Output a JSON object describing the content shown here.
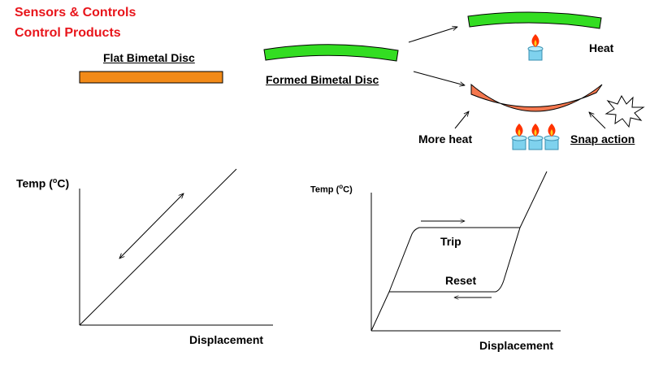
{
  "header": {
    "line1": "Sensors & Controls",
    "line2": "Control Products",
    "color": "#e8151b"
  },
  "discs": {
    "flat_label": "Flat Bimetal Disc",
    "formed_label": "Formed Bimetal Disc",
    "heat_label": "Heat",
    "more_heat_label": "More heat",
    "snap_label": "Snap action",
    "flat_color": "#f28a18",
    "formed_color": "#33dd22",
    "snapped_color": "#f4774e",
    "flame_color": "#ff3300",
    "candle_color": "#7fd2ee"
  },
  "chart_left": {
    "ylabel_prefix": "Temp (",
    "ylabel_super": "o",
    "ylabel_suffix": "C)",
    "xlabel": "Displacement"
  },
  "chart_right": {
    "ylabel_prefix": "Temp (",
    "ylabel_super": "o",
    "ylabel_suffix": "C)",
    "xlabel": "Displacement",
    "trip_label": "Trip",
    "reset_label": "Reset"
  }
}
